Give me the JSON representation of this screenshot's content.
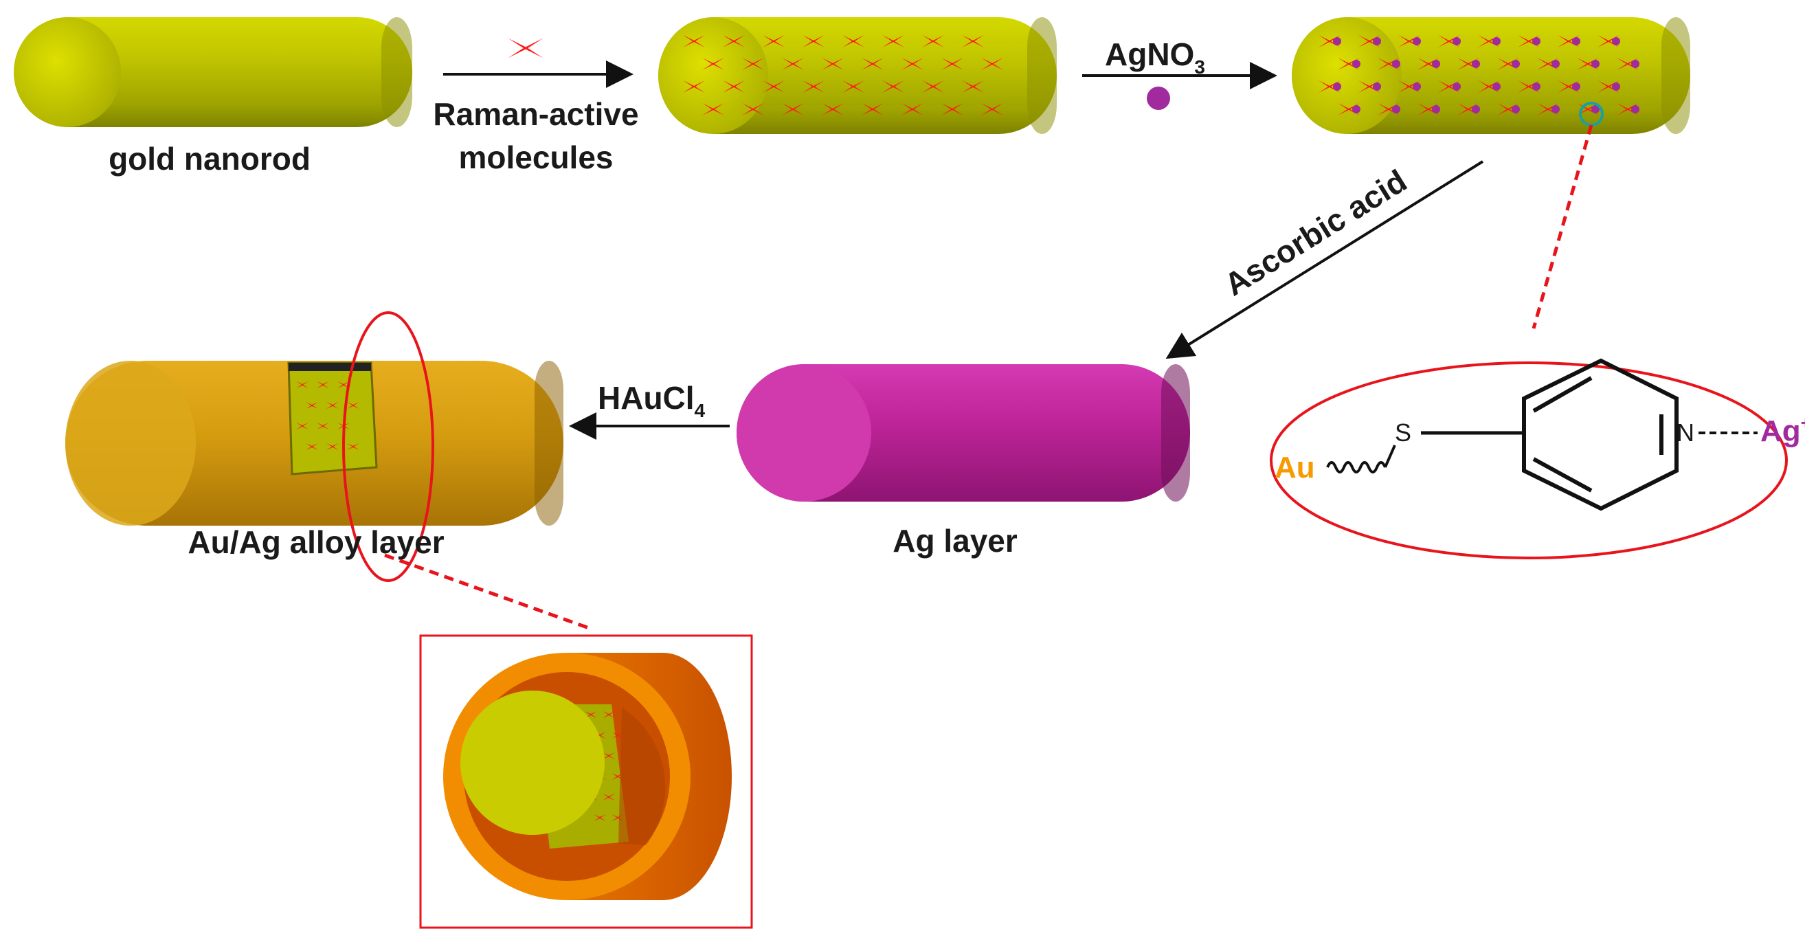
{
  "labels": {
    "gold_nanorod": "gold nanorod",
    "raman_line1": "Raman-active",
    "raman_line2": "molecules",
    "agno3_main": "AgNO",
    "agno3_sub": "3",
    "ascorbic": "Ascorbic acid",
    "haucl4_main": "HAuCl",
    "haucl4_sub": "4",
    "ag_layer": "Ag layer",
    "alloy_layer": "Au/Ag alloy layer"
  },
  "molecule": {
    "au": "Au",
    "s": "S",
    "n": "N",
    "ag": "Ag",
    "ag_charge": "+"
  },
  "colors": {
    "gold_rod": "#bcc200",
    "ag_rod": "#c0259a",
    "alloy_rod": "#d9a010",
    "raman_mark": "#ff1a1a",
    "ag_ion": "#a12a9e",
    "callout": "#e8141c",
    "au_text": "#f59a00",
    "ag_text": "#a12a9e",
    "shell_orange": "#f08c00",
    "shell_dark": "#d45f00"
  },
  "icons": [
    "raman-molecule-icon",
    "silver-ion-icon"
  ]
}
